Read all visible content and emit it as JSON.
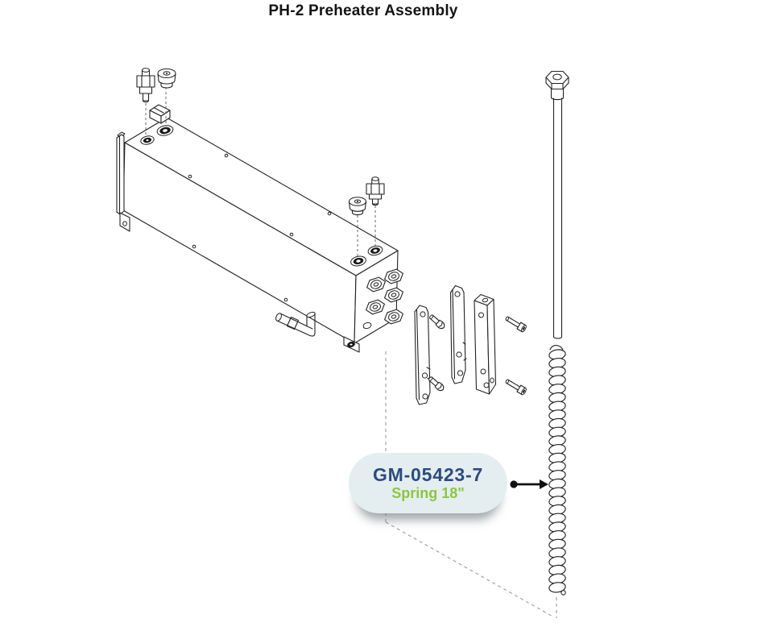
{
  "page": {
    "title": "PH-2 Preheater Assembly",
    "background_color": "#ffffff",
    "title_color": "#141414"
  },
  "callout": {
    "part_number": "GM-05423-7",
    "part_name": "Spring 18\"",
    "colors": {
      "part_number_text": "#2e4b7e",
      "part_name_text": "#8dc63f",
      "bubble_background": "#e4eef0"
    }
  },
  "diagram": {
    "line_color": "#222222",
    "guide_dash_color": "#9a9a9a",
    "arrow_color": "#111111"
  }
}
